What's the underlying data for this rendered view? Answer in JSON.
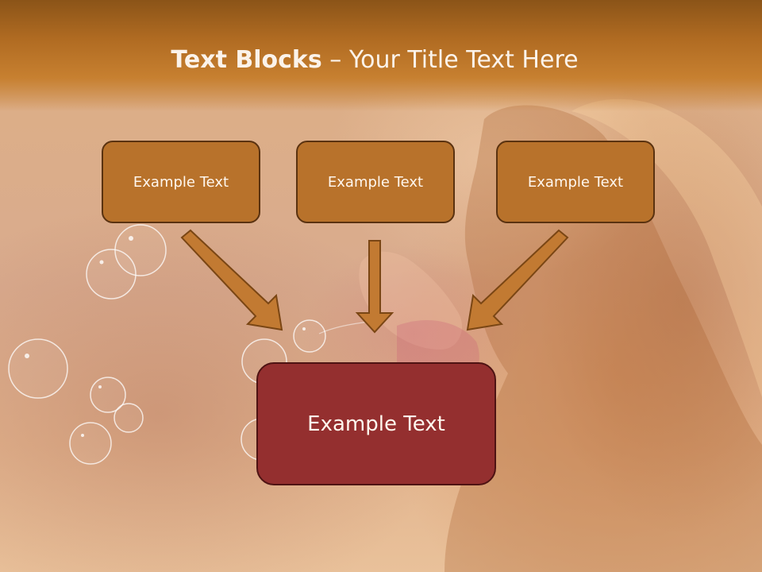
{
  "slide": {
    "title_bold": "Text Blocks",
    "title_separator": " – ",
    "title_rest": "Your Title Text Here",
    "blocks": [
      {
        "label": "Example Text"
      },
      {
        "label": "Example Text"
      },
      {
        "label": "Example Text"
      }
    ],
    "target_block": {
      "label": "Example Text"
    }
  },
  "colors": {
    "title_band": "#b06b22",
    "block_fill": "#b8722b",
    "block_border": "#5a3210",
    "arrow_fill": "#c27a32",
    "target_fill": "#942f2f",
    "text": "#fbf3ea"
  },
  "icons": [
    "soap-bubble-decoration",
    "down-arrow-icon",
    "diagonal-arrow-icon"
  ]
}
